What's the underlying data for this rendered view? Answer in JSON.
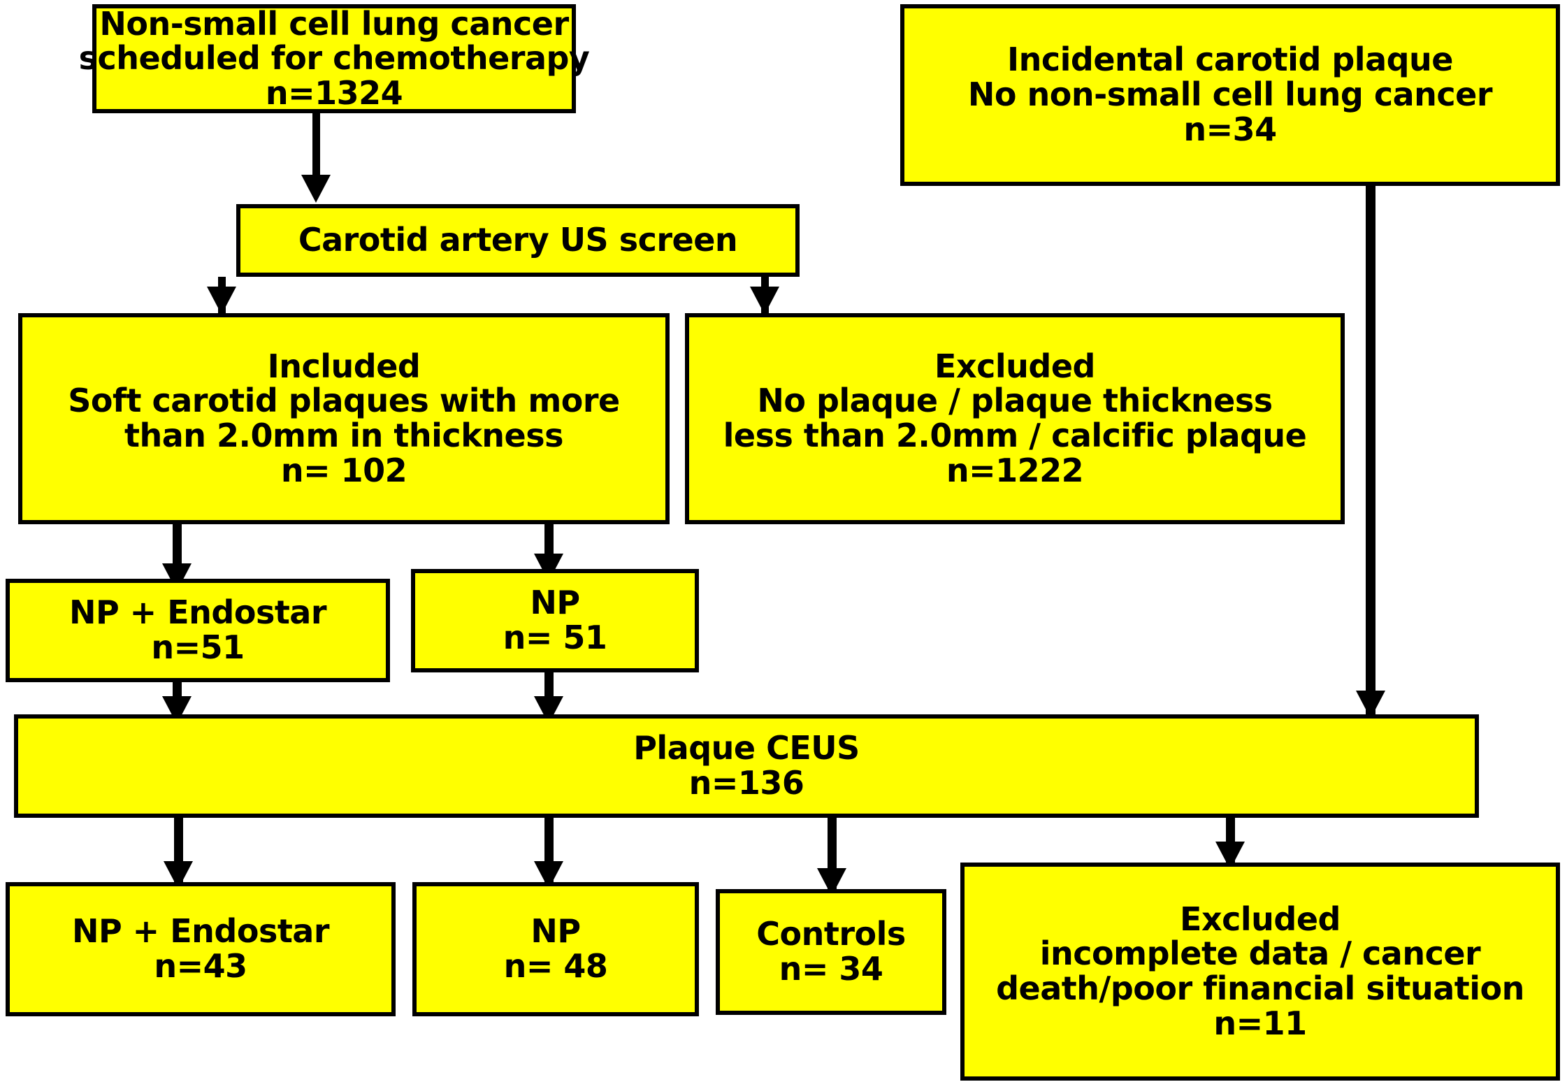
{
  "diagram": {
    "title": "Study flow diagram",
    "colors": {
      "node_fill": "#ffff00",
      "node_border": "#000000",
      "connector": "#000000",
      "background": "#ffffff"
    },
    "nodes": [
      {
        "id": "nsclc",
        "lines": [
          "Non-small cell lung cancer",
          "scheduled for chemotherapy",
          "n=1324"
        ],
        "count": 1324
      },
      {
        "id": "incidental",
        "lines": [
          "Incidental carotid plaque",
          "No non-small cell lung cancer",
          "n=34"
        ],
        "count": 34
      },
      {
        "id": "usscreen",
        "lines": [
          "Carotid artery US screen"
        ],
        "count": null
      },
      {
        "id": "included",
        "lines": [
          "Included",
          "Soft carotid plaques with more",
          "than 2.0mm in thickness",
          "n= 102"
        ],
        "count": 102
      },
      {
        "id": "excluded1",
        "lines": [
          "Excluded",
          "No plaque / plaque thickness",
          "less than 2.0mm / calcific plaque",
          "n=1222"
        ],
        "count": 1222
      },
      {
        "id": "npendo51",
        "lines": [
          "NP + Endostar",
          "n=51"
        ],
        "count": 51
      },
      {
        "id": "np51",
        "lines": [
          "NP",
          "n= 51"
        ],
        "count": 51
      },
      {
        "id": "ceus",
        "lines": [
          "Plaque CEUS",
          "n=136"
        ],
        "count": 136
      },
      {
        "id": "npendo43",
        "lines": [
          "NP + Endostar",
          "n=43"
        ],
        "count": 43
      },
      {
        "id": "np48",
        "lines": [
          "NP",
          "n= 48"
        ],
        "count": 48
      },
      {
        "id": "controls",
        "lines": [
          "Controls",
          "n= 34"
        ],
        "count": 34
      },
      {
        "id": "excluded2",
        "lines": [
          "Excluded",
          "incomplete data / cancer",
          "death/poor financial situation",
          "n=11"
        ],
        "count": 11
      }
    ]
  }
}
